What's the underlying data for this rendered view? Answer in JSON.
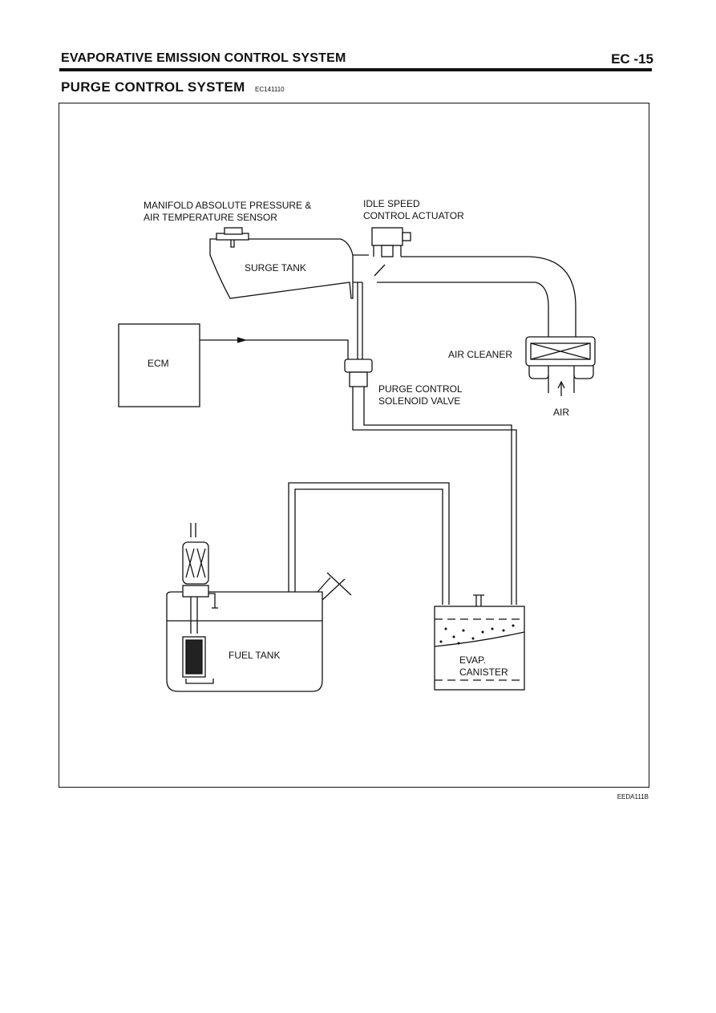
{
  "header": {
    "title": "EVAPORATIVE EMISSION CONTROL SYSTEM",
    "page": "EC -15"
  },
  "section": {
    "title": "PURGE CONTROL SYSTEM",
    "code": "EC141110"
  },
  "figure": {
    "code": "EEDA111B",
    "labels": {
      "map_sensor_1": "MANIFOLD ABSOLUTE PRESSURE &",
      "map_sensor_2": "AIR TEMPERATURE SENSOR",
      "isc_1": "IDLE SPEED",
      "isc_2": "CONTROL ACTUATOR",
      "surge_tank": "SURGE TANK",
      "ecm": "ECM",
      "air_cleaner": "AIR CLEANER",
      "purge_1": "PURGE CONTROL",
      "purge_2": "SOLENOID VALVE",
      "air": "AIR",
      "fuel_tank": "FUEL TANK",
      "canister_1": "EVAP.",
      "canister_2": "CANISTER"
    }
  }
}
